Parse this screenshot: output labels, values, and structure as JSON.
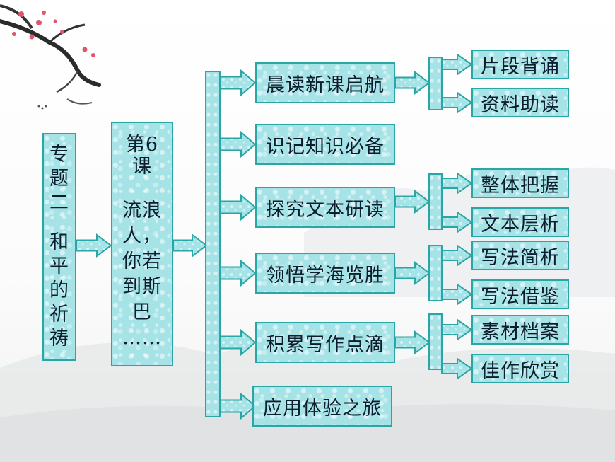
{
  "topic": {
    "title_chars": [
      "专",
      "题",
      "二",
      "",
      "和",
      "平",
      "的",
      "祈",
      "祷"
    ]
  },
  "lesson": {
    "number": "第6",
    "unit": "课",
    "title_lines": [
      "流浪",
      "人，",
      "你若",
      "到斯",
      "巴",
      "……"
    ]
  },
  "sections": [
    {
      "label": "晨读新课启航",
      "children": [
        "片段背诵",
        "资料助读"
      ]
    },
    {
      "label": "识记知识必备",
      "children": []
    },
    {
      "label": "探究文本研读",
      "children": [
        "整体把握",
        "文本层析"
      ]
    },
    {
      "label": "领悟学海览胜",
      "children": [
        "写法简析",
        "写法借鉴"
      ]
    },
    {
      "label": "积累写作点滴",
      "children": [
        "素材档案",
        "佳作欣赏"
      ]
    },
    {
      "label": "应用体验之旅",
      "children": []
    }
  ],
  "colors": {
    "box_fill": "#a6e3e6",
    "box_border": "#2aa6a6",
    "text": "#0b1d2e"
  }
}
